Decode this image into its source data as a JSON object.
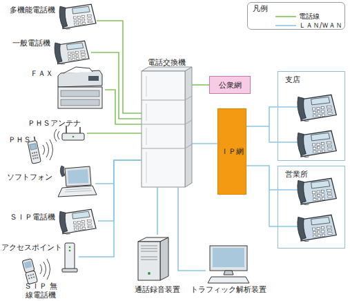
{
  "diagram": {
    "nodes": [
      {
        "text": [
          "多機能電話機"
        ]
      },
      {
        "text": [
          "一般電話機"
        ]
      },
      {
        "text": [
          "ＦＡＸ"
        ]
      },
      {
        "text": [
          "ＰＨＳアンテナ"
        ]
      },
      {
        "text": [
          "ＰＨＳ"
        ]
      },
      {
        "text": [
          "ソフトフォン"
        ]
      },
      {
        "text": [
          "ＳＩＰ電話機"
        ]
      },
      {
        "text": [
          "アクセスポイント"
        ]
      },
      {
        "text": [
          "ＳＩＰ 無線電話機"
        ]
      },
      {
        "text": [
          "電話交換機"
        ]
      },
      {
        "text": [
          "公衆網"
        ]
      },
      {
        "text": [
          "ＩＰ網"
        ]
      },
      {
        "text": [
          "支店"
        ]
      },
      {
        "text": [
          "営業所"
        ]
      },
      {
        "text": [
          "通話録音装置"
        ]
      },
      {
        "text": [
          "トラフィック解析装置"
        ]
      }
    ],
    "edges": [
      {
        "from": 0,
        "to": 9,
        "arrow": "none"
      },
      {
        "from": 1,
        "to": 9,
        "arrow": "none"
      },
      {
        "from": 2,
        "to": 9,
        "arrow": "none"
      },
      {
        "from": 3,
        "to": 9,
        "arrow": "none"
      },
      {
        "from": 9,
        "to": 10,
        "arrow": "none"
      },
      {
        "from": 5,
        "to": 9,
        "arrow": "none"
      },
      {
        "from": 6,
        "to": 9,
        "arrow": "none"
      },
      {
        "from": 7,
        "to": 9,
        "arrow": "none"
      },
      {
        "from": 9,
        "to": 14,
        "arrow": "none"
      },
      {
        "from": 9,
        "to": 15,
        "arrow": "none"
      },
      {
        "from": 9,
        "to": 11,
        "arrow": "none"
      },
      {
        "from": 11,
        "to": 12,
        "arrow": "none"
      },
      {
        "from": 11,
        "to": 13,
        "arrow": "none"
      }
    ],
    "labels": [
      "凡例"
    ],
    "legend": [
      {
        "text": "電話線"
      },
      {
        "text": "ＬＡＮ/ＷＡＮ"
      }
    ]
  }
}
